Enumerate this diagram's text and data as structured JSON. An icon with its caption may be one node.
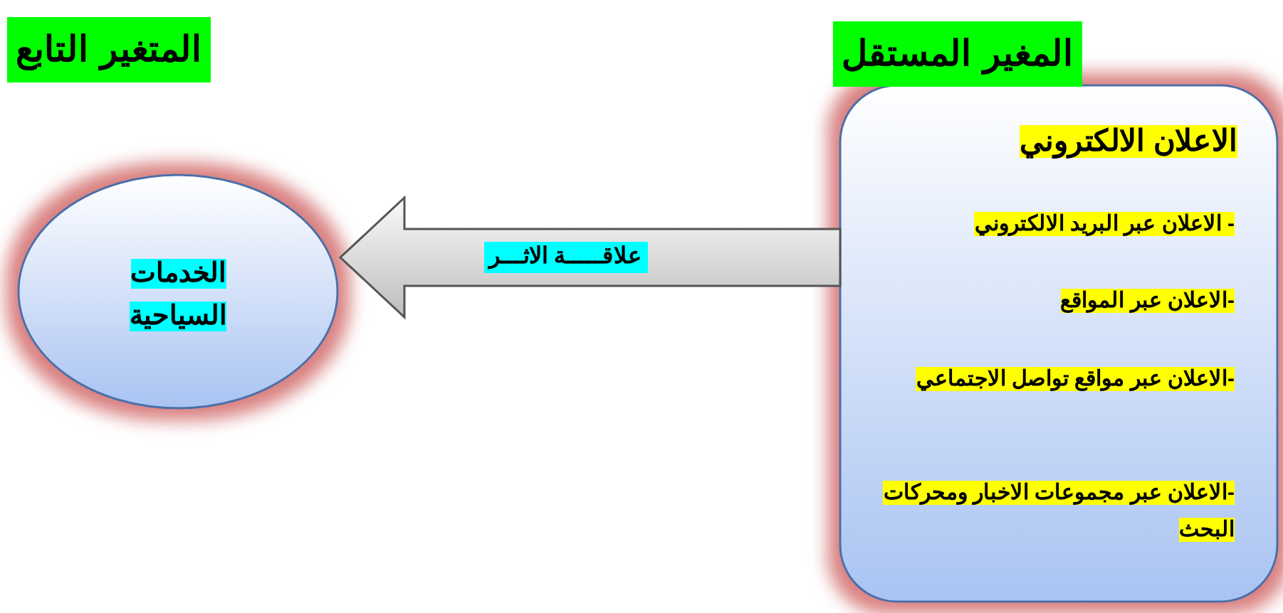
{
  "diagram": {
    "nodes": [
      {
        "text": [
          "الاعلان الالكتروني",
          "- الاعلان عبر البريد الالكتروني",
          "-الاعلان عبر المواقع",
          "-الاعلان عبر مواقع تواصل الاجتماعي",
          "-الاعلان عبر مجموعات الاخبار ومحركات البحث"
        ]
      },
      {
        "text": [
          "الخدمات السياحية"
        ]
      }
    ],
    "edges": [
      {
        "from": 0,
        "to": 1,
        "arrow": "to",
        "label": "علاقـــــة الاثـــر"
      }
    ],
    "labels": [
      "المتغير التابع",
      "المغير المستقل"
    ]
  }
}
